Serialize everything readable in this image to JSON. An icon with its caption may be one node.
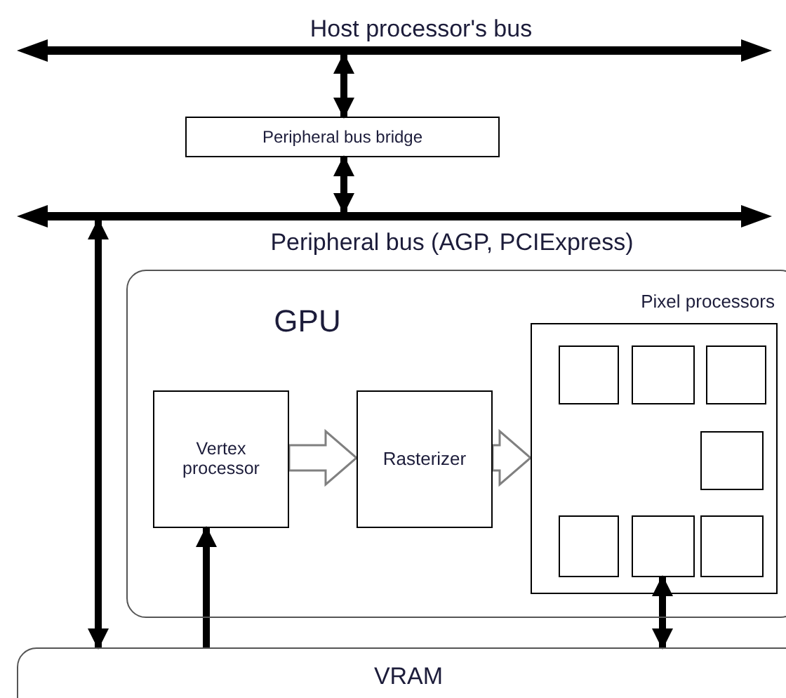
{
  "diagram": {
    "nodes": [
      {
        "text": [
          "Host processor's bus"
        ]
      },
      {
        "text": [
          "Peripheral bus bridge"
        ]
      },
      {
        "text": [
          "Peripheral bus (AGP, PCIExpress)"
        ]
      },
      {
        "text": [
          "GPU"
        ]
      },
      {
        "text": [
          "Vertex processor"
        ],
        "in": 3
      },
      {
        "text": [
          "Rasterizer"
        ],
        "in": 3
      },
      {
        "text": [
          "Pixel processors"
        ],
        "in": 3
      },
      {
        "text": [],
        "shape": "box",
        "in": 6
      },
      {
        "text": [],
        "shape": "box",
        "in": 6
      },
      {
        "text": [],
        "shape": "box",
        "in": 6
      },
      {
        "text": [],
        "shape": "box",
        "in": 6
      },
      {
        "text": [],
        "shape": "box",
        "in": 6
      },
      {
        "text": [],
        "shape": "box",
        "in": 6
      },
      {
        "text": [],
        "shape": "box",
        "in": 6
      },
      {
        "text": [
          "VRAM"
        ]
      }
    ],
    "edges": [
      {
        "from": 0,
        "to": 1,
        "arrow": "both"
      },
      {
        "from": 1,
        "to": 2,
        "arrow": "both"
      },
      {
        "from": 2,
        "to": 14,
        "arrow": "both"
      },
      {
        "from": 14,
        "to": 4,
        "arrow": "to"
      },
      {
        "from": 4,
        "to": 5,
        "arrow": "to",
        "style": "thick",
        "color": "#808080"
      },
      {
        "from": 5,
        "to": 6,
        "arrow": "to",
        "style": "thick",
        "color": "#808080"
      },
      {
        "from": 12,
        "to": 14,
        "arrow": "both"
      }
    ]
  }
}
